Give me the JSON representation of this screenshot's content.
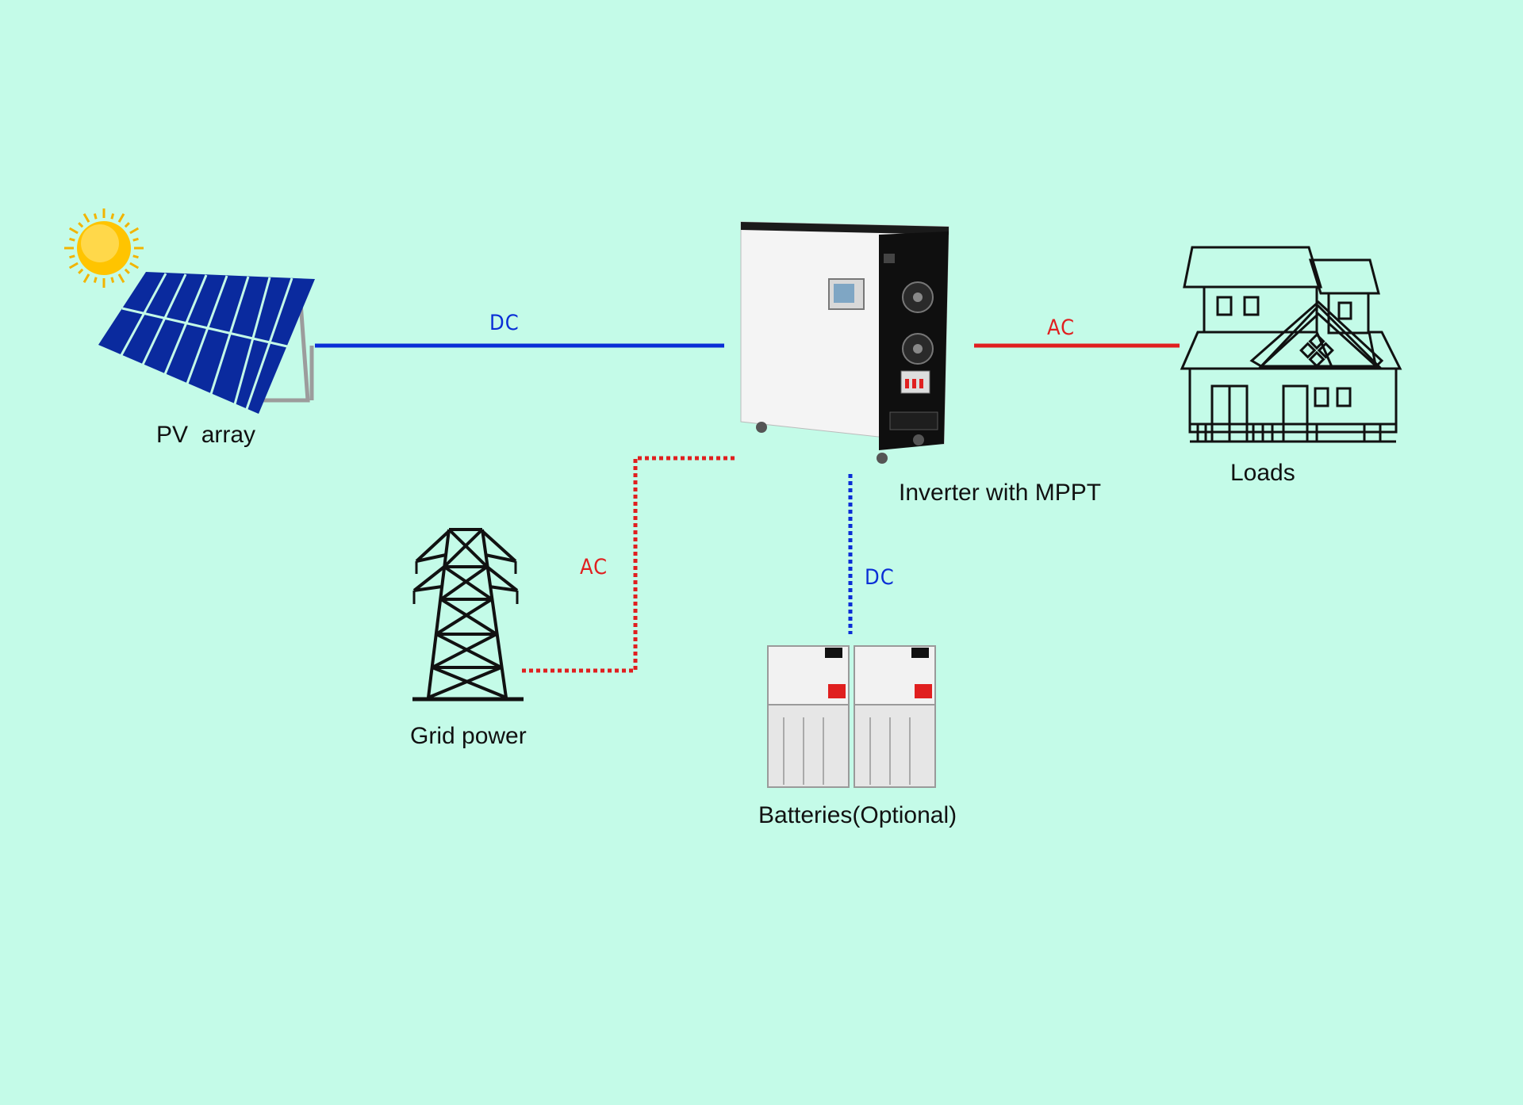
{
  "labels": {
    "pv_array": "PV  array",
    "inverter": "Inverter with MPPT",
    "loads": "Loads",
    "grid": "Grid power",
    "batteries": "Batteries(Optional)"
  },
  "connections": {
    "pv_to_inverter": "DC",
    "inverter_to_loads": "AC",
    "grid_to_inverter": "AC",
    "battery_to_inverter": "DC"
  },
  "colors": {
    "background": "#c4fbe8",
    "dc_line": "#0a2ed6",
    "ac_line": "#e01f1f",
    "panel": "#0a2a9e",
    "sun": "#ffc400"
  },
  "icons": {
    "pv": "solar-panel-icon",
    "sun": "sun-icon",
    "inverter": "inverter-cabinet-icon",
    "loads": "house-icon",
    "grid": "transmission-tower-icon",
    "batteries": "battery-icon"
  }
}
